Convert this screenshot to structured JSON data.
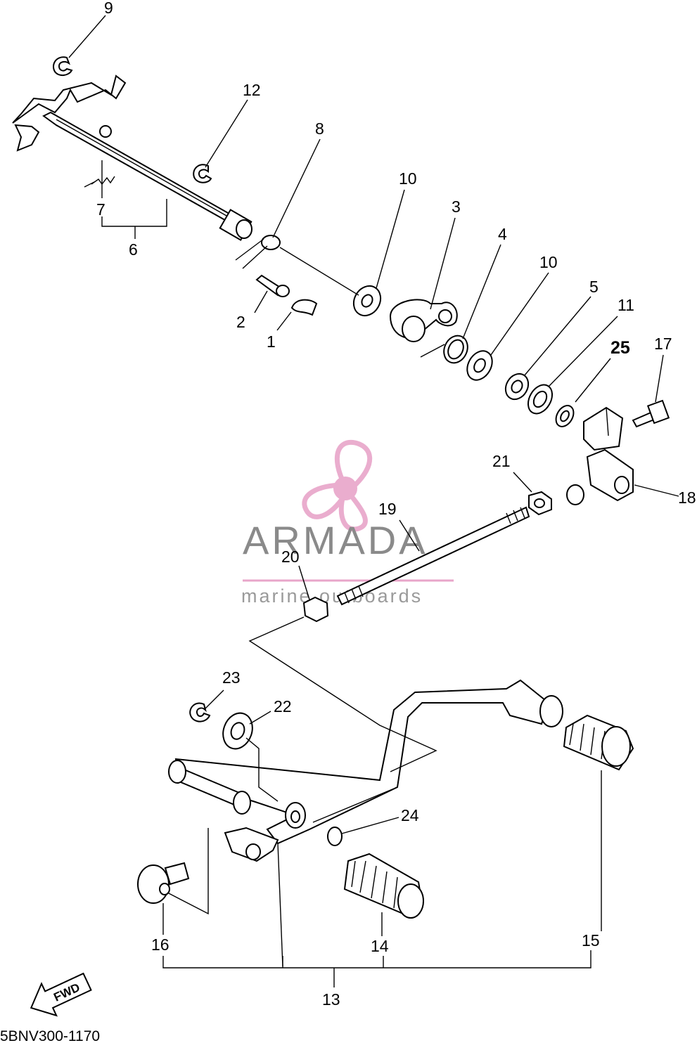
{
  "diagram": {
    "part_code": "5BNV300-1170",
    "fwd_label": "FWD",
    "callouts": [
      "1",
      "2",
      "3",
      "4",
      "5",
      "6",
      "7",
      "8",
      "9",
      "10",
      "10",
      "11",
      "12",
      "13",
      "14",
      "15",
      "16",
      "17",
      "18",
      "19",
      "20",
      "21",
      "22",
      "23",
      "24",
      "25"
    ]
  },
  "watermark": {
    "brand": "ARMADA",
    "tagline": "marine outboards",
    "colors": {
      "logo": "#e8a5c9",
      "text": "#8a8a8a"
    }
  }
}
